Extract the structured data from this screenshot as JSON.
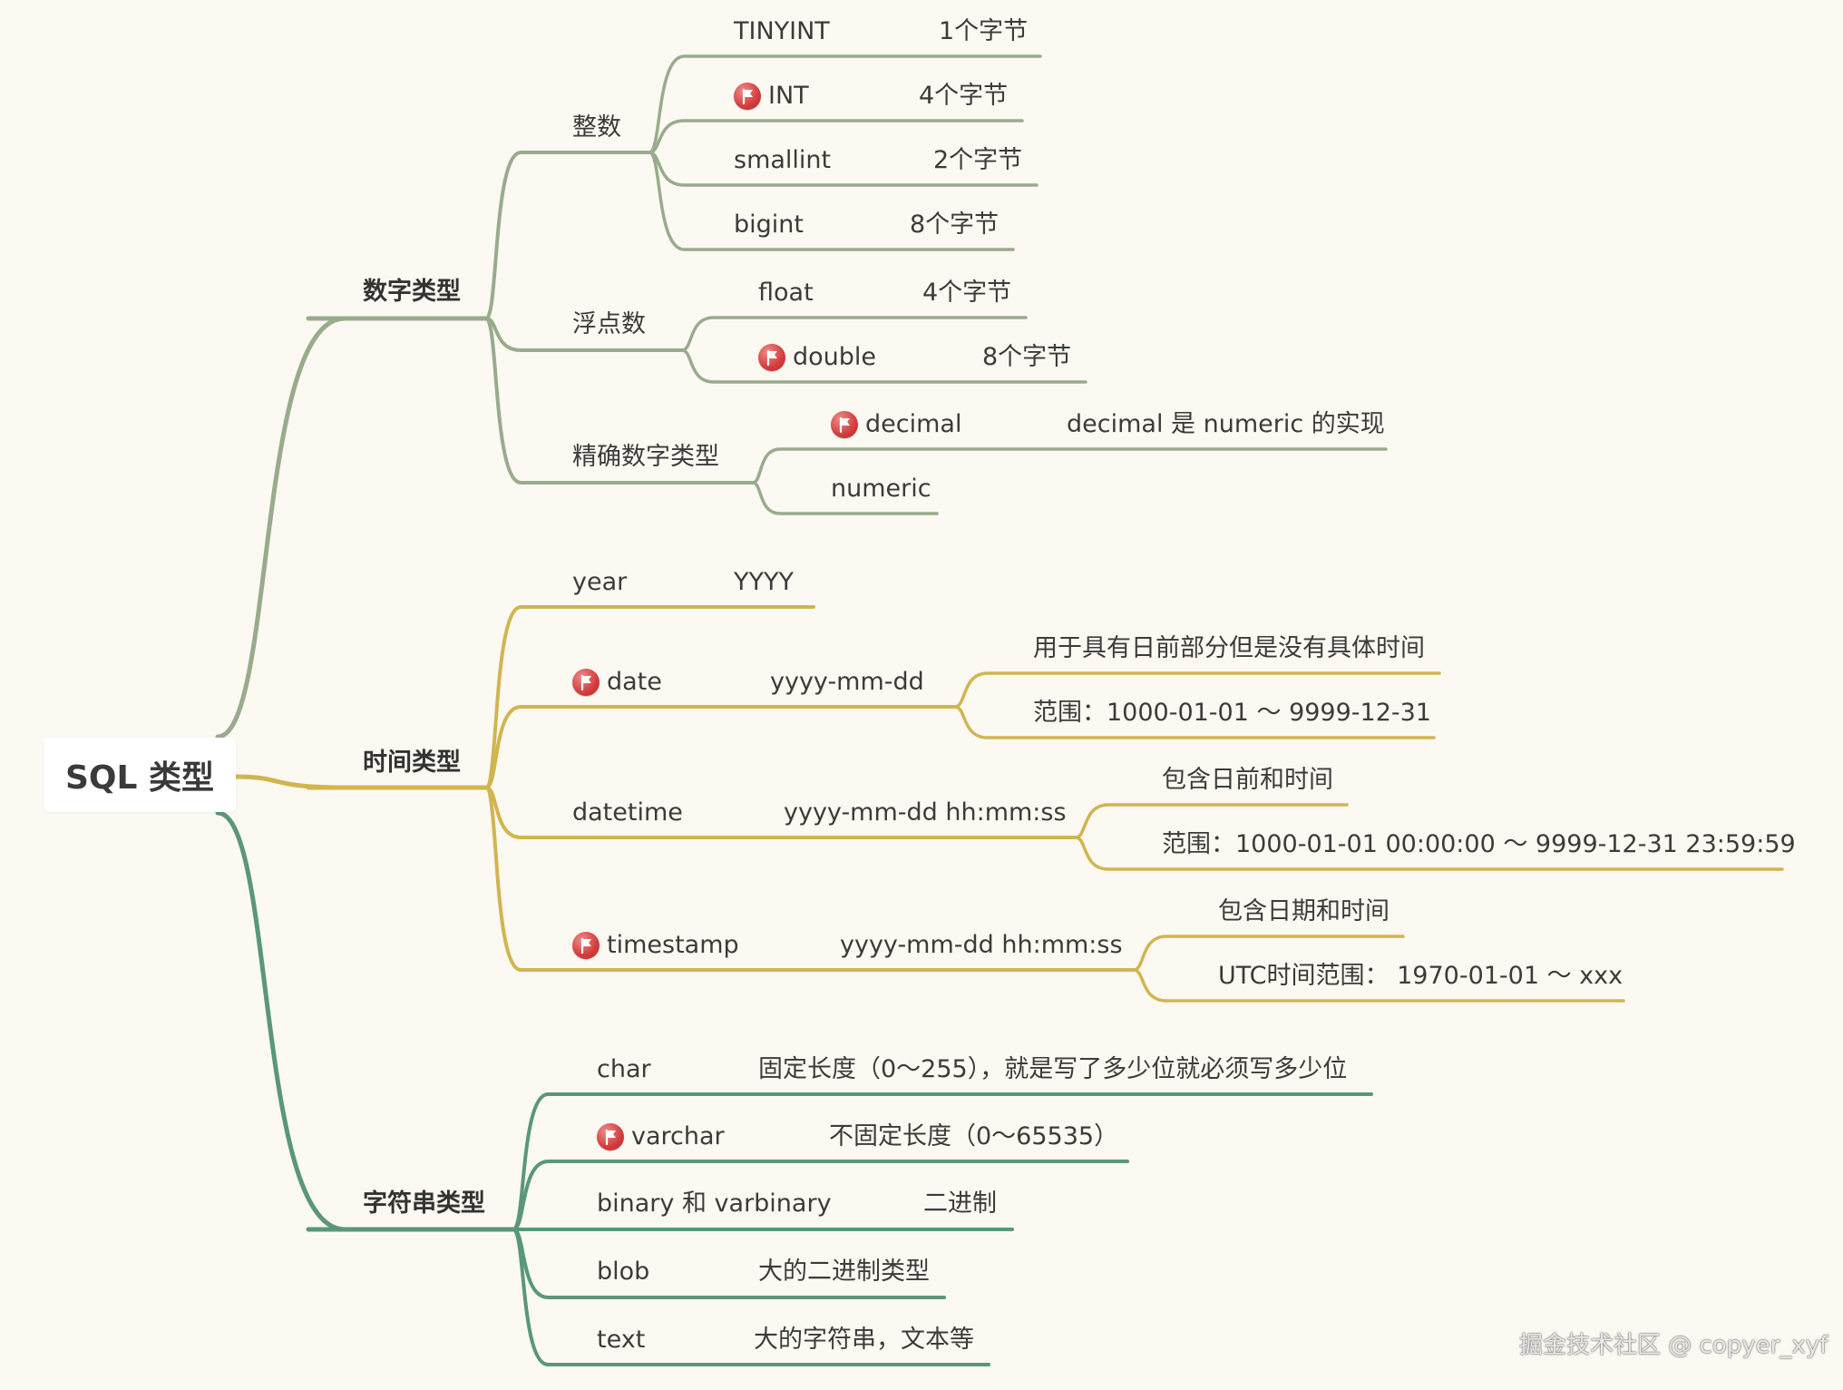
{
  "root": "SQL 类型",
  "colors": {
    "numeric": "#99ab8c",
    "time": "#d1b54e",
    "string": "#5a9778",
    "flag": "#d23c3c",
    "background": "#fbf9f2"
  },
  "categories": {
    "numeric": {
      "label": "数字类型",
      "integer": {
        "label": "整数",
        "items": [
          {
            "name": "TINYINT",
            "value": "1个字节",
            "flag": false
          },
          {
            "name": "INT",
            "value": "4个字节",
            "flag": true
          },
          {
            "name": "smallint",
            "value": "2个字节",
            "flag": false
          },
          {
            "name": "bigint",
            "value": "8个字节",
            "flag": false
          }
        ]
      },
      "float": {
        "label": "浮点数",
        "items": [
          {
            "name": "float",
            "value": "4个字节",
            "flag": false
          },
          {
            "name": "double",
            "value": "8个字节",
            "flag": true
          }
        ]
      },
      "exact": {
        "label": "精确数字类型",
        "items": [
          {
            "name": "decimal",
            "value": "decimal 是 numeric 的实现",
            "flag": true
          },
          {
            "name": "numeric",
            "value": "",
            "flag": false
          }
        ]
      }
    },
    "time": {
      "label": "时间类型",
      "items": [
        {
          "name": "year",
          "format": "YYYY",
          "flag": false,
          "notes": []
        },
        {
          "name": "date",
          "format": "yyyy-mm-dd",
          "flag": true,
          "notes": [
            "用于具有日前部分但是没有具体时间",
            "范围：1000-01-01 ～ 9999-12-31"
          ]
        },
        {
          "name": "datetime",
          "format": "yyyy-mm-dd hh:mm:ss",
          "flag": false,
          "notes": [
            "包含日前和时间",
            "范围：1000-01-01 00:00:00 ～ 9999-12-31 23:59:59"
          ]
        },
        {
          "name": "timestamp",
          "format": "yyyy-mm-dd hh:mm:ss",
          "flag": true,
          "notes": [
            "包含日期和时间",
            "UTC时间范围： 1970-01-01 ～ xxx"
          ]
        }
      ]
    },
    "string": {
      "label": "字符串类型",
      "items": [
        {
          "name": "char",
          "value": "固定长度（0～255），就是写了多少位就必须写多少位",
          "flag": false
        },
        {
          "name": "varchar",
          "value": "不固定长度（0～65535）",
          "flag": true
        },
        {
          "name": "binary 和 varbinary",
          "value": "二进制",
          "flag": false
        },
        {
          "name": "blob",
          "value": "大的二进制类型",
          "flag": false
        },
        {
          "name": "text",
          "value": "大的字符串，文本等",
          "flag": false
        }
      ]
    }
  },
  "watermark": "掘金技术社区 @ copyer_xyf"
}
